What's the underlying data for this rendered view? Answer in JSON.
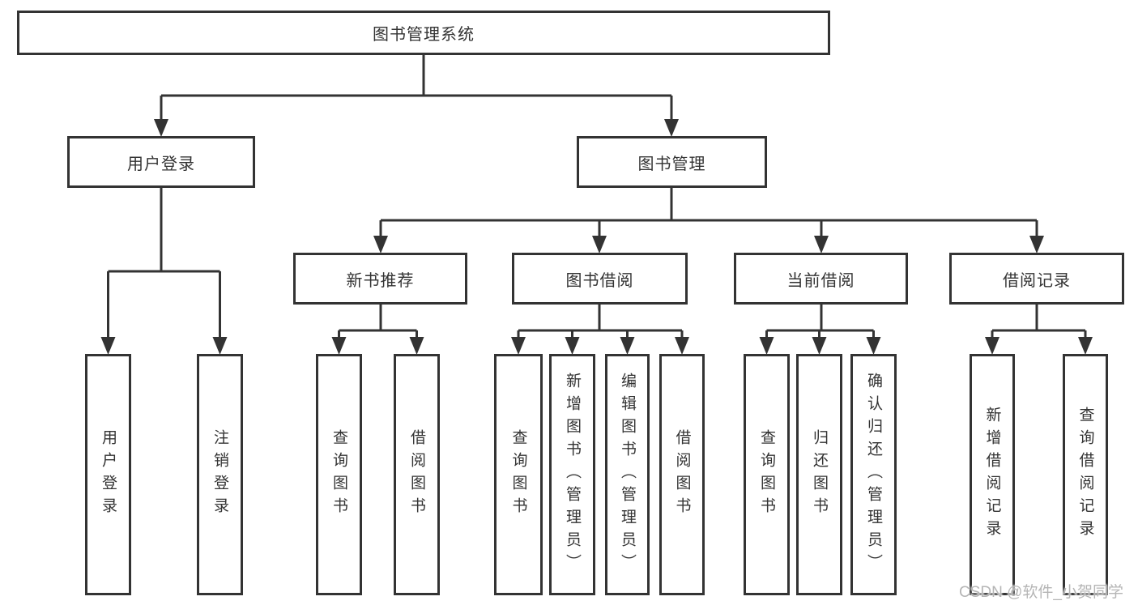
{
  "root": {
    "label": "图书管理系统"
  },
  "level2": [
    {
      "label": "用户登录"
    },
    {
      "label": "图书管理"
    }
  ],
  "level3": [
    {
      "label": "新书推荐"
    },
    {
      "label": "图书借阅"
    },
    {
      "label": "当前借阅"
    },
    {
      "label": "借阅记录"
    }
  ],
  "leaves": [
    {
      "label": "用户登录"
    },
    {
      "label": "注销登录"
    },
    {
      "label": "查询图书"
    },
    {
      "label": "借阅图书"
    },
    {
      "label": "查询图书"
    },
    {
      "label": "新增图书（管理员）"
    },
    {
      "label": "编辑图书（管理员）"
    },
    {
      "label": "借阅图书"
    },
    {
      "label": "查询图书"
    },
    {
      "label": "归还图书"
    },
    {
      "label": "确认归还（管理员）"
    },
    {
      "label": "新增借阅记录"
    },
    {
      "label": "查询借阅记录"
    }
  ],
  "watermark": {
    "text": "CSDN @软件_小贺同学"
  },
  "colors": {
    "line": "#333333",
    "text": "#333333",
    "box_background": "#ffffff",
    "watermark": "#b5b5b5",
    "background": "#ffffff"
  }
}
